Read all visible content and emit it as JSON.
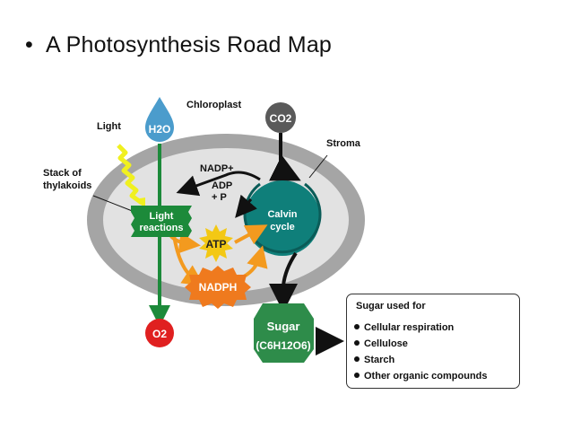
{
  "slide": {
    "bullet": "•",
    "title": "A Photosynthesis Road Map"
  },
  "labels": {
    "chloroplast": "Chloroplast",
    "light": "Light",
    "stroma": "Stroma",
    "stack_of_thylakoids": [
      "Stack of",
      "thylakoids"
    ],
    "nadp_plus": "NADP+",
    "adp": [
      "ADP",
      "+ P"
    ]
  },
  "molecules": {
    "h2o": "H2O",
    "co2": "CO2",
    "o2": "O2",
    "atp": "ATP",
    "nadph": "NADPH",
    "sugar": "Sugar",
    "sugar_formula": "(C6H12O6)"
  },
  "processes": {
    "light_reactions": [
      "Light",
      "reactions"
    ],
    "calvin_cycle": [
      "Calvin",
      "cycle"
    ]
  },
  "sugar_box": {
    "header": "Sugar used for",
    "items": [
      "Cellular respiration",
      "Cellulose",
      "Starch",
      "Other organic compounds"
    ]
  },
  "colors": {
    "chloroplast_outer": "#a5a5a5",
    "chloroplast_inner": "#e2e2e2",
    "light_reactions": "#1c8a3a",
    "calvin_cycle": "#0f7f7a",
    "h2o_drop": "#4b9ccc",
    "co2_ball": "#5a5a5a",
    "o2_ball": "#e02020",
    "atp_star": "#f3c814",
    "nadph_star": "#ef7a1e",
    "sugar_hex": "#2e8c4a",
    "light_beam": "#f0f020",
    "orange_arrow": "#f39a1f"
  }
}
